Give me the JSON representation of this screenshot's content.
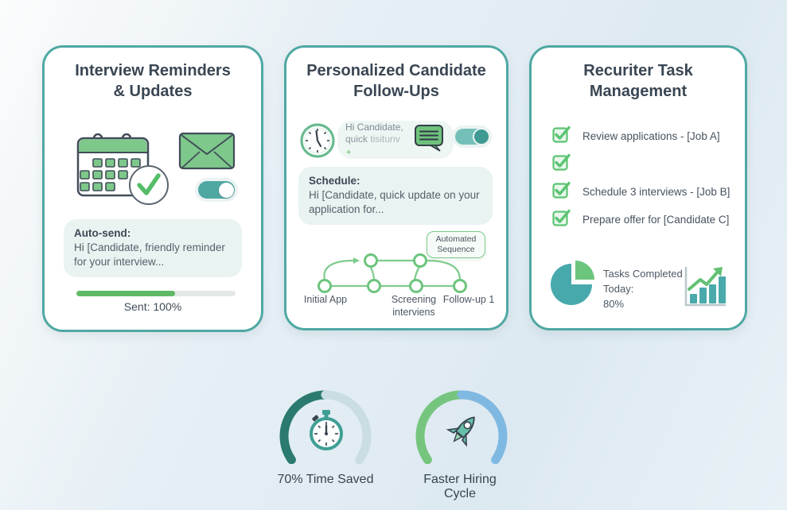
{
  "cards": [
    {
      "title_lines": [
        "Interview Reminders",
        "& Updates"
      ],
      "bubble_label": "Auto-send:",
      "bubble_text": "Hi [Candidate, friendly reminder for your interview...",
      "progress_fill_percent": 62,
      "sent_label": "Sent: 100%",
      "icons": [
        "calendar-icon",
        "check-circle-icon",
        "envelope-icon",
        "toggle-on"
      ]
    },
    {
      "title_lines": [
        "Personalized Candidate",
        "Follow-Ups"
      ],
      "chat_preview_line1": "Hi Candidate,",
      "chat_preview_line2": "quick ",
      "chat_preview_line2_faded": "tisitunv",
      "chat_preview_star": "✦",
      "bubble_label": "Schedule:",
      "bubble_text": "Hi [Candidate, quick update on your application for...",
      "badge_lines": [
        "Automated",
        "Sequence"
      ],
      "timeline_labels": [
        "Initial App",
        "Screening interviens",
        "Follow-up 1"
      ],
      "icons": [
        "clock-icon",
        "chat-icon",
        "toggle-on"
      ]
    },
    {
      "title_lines": [
        "Recuriter Task",
        "Management"
      ],
      "tasks": [
        "Review applications - [Job A]",
        "",
        "Schedule 3 interviews - [Job B]",
        "Prepare offer for [Candidate C]"
      ],
      "stats_lines": [
        "Tasks Completed",
        "Today:",
        "80%"
      ],
      "pie_completed_percent": "80%",
      "icons": [
        "checkbox-checked",
        "pie-chart-icon",
        "bar-chart-icon"
      ]
    }
  ],
  "footer": {
    "gauges": [
      {
        "label": "70% Time Saved",
        "icon": "stopwatch-icon"
      },
      {
        "label": "Faster Hiring Cycle",
        "icon": "rocket-icon"
      }
    ]
  },
  "colors": {
    "card_border": "#4fa8a3",
    "accent_green": "#7dc88a",
    "accent_teal": "#4fa7a2",
    "progress_green": "#5eba67",
    "gauge_dark_teal": "#2a7a6f",
    "gauge_light": "#c9dde3",
    "gauge_green": "#76c57f",
    "gauge_blue": "#7fb9e2",
    "pie_teal": "#48a9ad",
    "pie_green": "#6cc57d",
    "title_text": "#3a4653"
  }
}
